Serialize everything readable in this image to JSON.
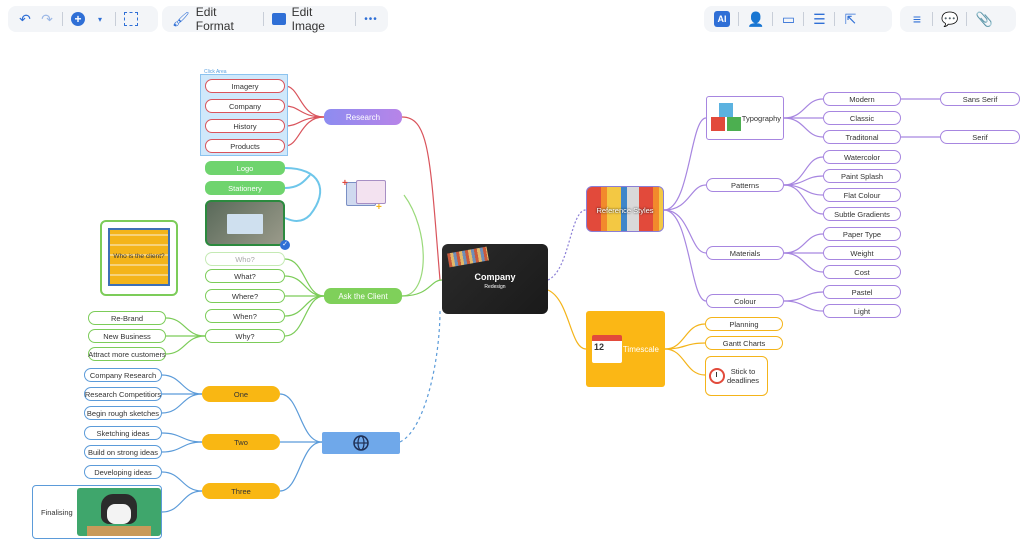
{
  "toolbar": {
    "edit_format": "Edit Format",
    "edit_image": "Edit Image",
    "more": "•••",
    "ai": "AI"
  },
  "colors": {
    "accent": "#2f6fd6",
    "research": "#d9545c",
    "ask": "#7ccc59",
    "timeline": "#5b9bd9",
    "styles": "#a786e0",
    "timescale": "#f4b41a"
  },
  "central": {
    "title": "Company",
    "subtitle": "Redesign"
  },
  "research": {
    "label": "Research",
    "area_label": "Click Area",
    "items": [
      "Imagery",
      "Company",
      "History",
      "Products"
    ],
    "logo": "Logo",
    "stationery": "Stationery"
  },
  "ask": {
    "label": "Ask the Client",
    "who_image_text": "Who is the client?",
    "questions": [
      "Who?",
      "What?",
      "Where?",
      "When?",
      "Why?"
    ],
    "why_items": [
      "Re-Brand",
      "New Business",
      "Attract more customers"
    ]
  },
  "timeline": {
    "one": "One",
    "one_items": [
      "Company Research",
      "Research Competitiors",
      "Begin rough sketches"
    ],
    "two": "Two",
    "two_items": [
      "Sketching ideas",
      "Build on strong ideas"
    ],
    "three": "Three",
    "three_items": [
      "Developing ideas"
    ],
    "finalising": "Finalising"
  },
  "styles": {
    "label": "Reference Styles",
    "typography": "Typography",
    "typography_items": [
      "Modern",
      "Classic",
      "Traditonal"
    ],
    "sans_serif": "Sans Serif",
    "serif": "Serif",
    "patterns": "Patterns",
    "pattern_items": [
      "Watercolor",
      "Paint Splash",
      "Flat Colour",
      "Subtle Gradients"
    ],
    "materials": "Materials",
    "material_items": [
      "Paper Type",
      "Weight",
      "Cost"
    ],
    "colour": "Colour",
    "colour_items": [
      "Pastel",
      "Light"
    ]
  },
  "timescale": {
    "label": "Timescale",
    "calendar_day": "12",
    "items": [
      "Planning",
      "Gantt Charts"
    ],
    "deadline": "Stick to deadlines"
  }
}
